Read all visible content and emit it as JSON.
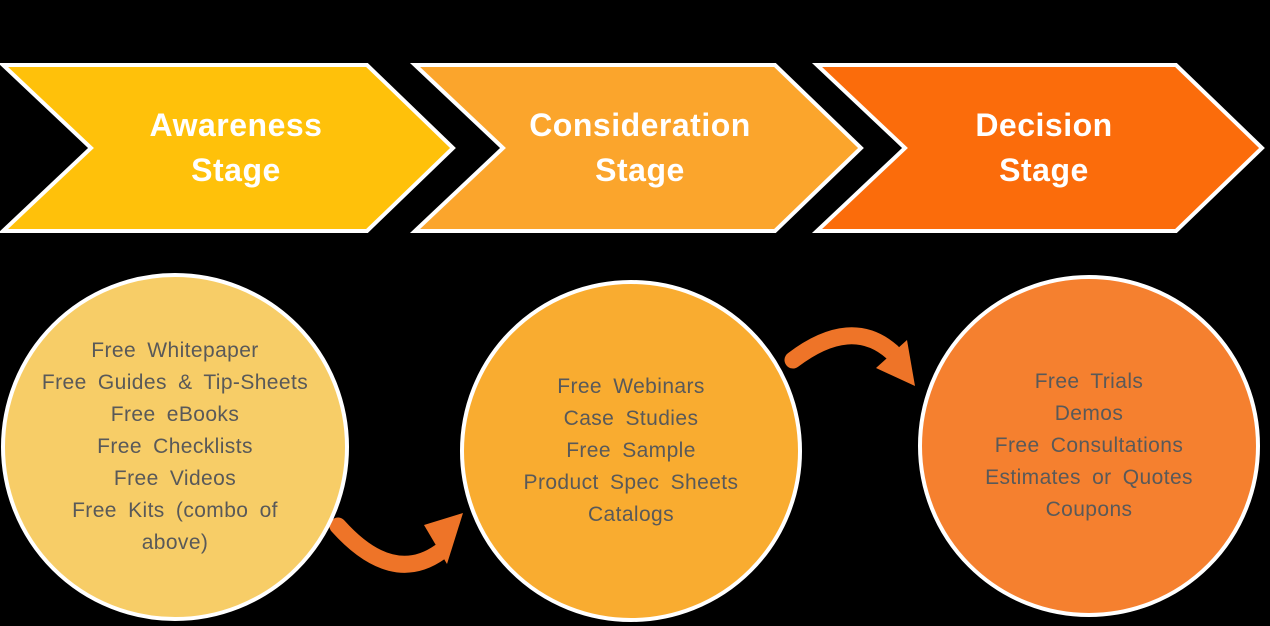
{
  "background_color": "#000000",
  "outline_color": "#FFFFFF",
  "circle_text_color": "#595959",
  "connector_color": "#EE7428",
  "stages": [
    {
      "name": "Awareness Stage",
      "label_lines": [
        "Awareness",
        "Stage"
      ],
      "chevron_color": "#FFC10A",
      "circle_color": "#F7CD67",
      "offers": [
        "Free Whitepaper",
        "Free Guides & Tip-Sheets",
        "Free eBooks",
        "Free Checklists",
        "Free Videos",
        "Free Kits (combo of above)"
      ]
    },
    {
      "name": "Consideration Stage",
      "label_lines": [
        "Consideration",
        "Stage"
      ],
      "chevron_color": "#FBA52C",
      "circle_color": "#F9AC30",
      "offers": [
        "Free Webinars",
        "Case Studies",
        "Free Sample",
        "Product Spec Sheets",
        "Catalogs"
      ]
    },
    {
      "name": "Decision Stage",
      "label_lines": [
        "Decision",
        "Stage"
      ],
      "chevron_color": "#FB6C0B",
      "circle_color": "#F5802F",
      "offers": [
        "Free Trials",
        "Demos",
        "Free Consultations",
        "Estimates or Quotes",
        "Coupons"
      ]
    }
  ]
}
